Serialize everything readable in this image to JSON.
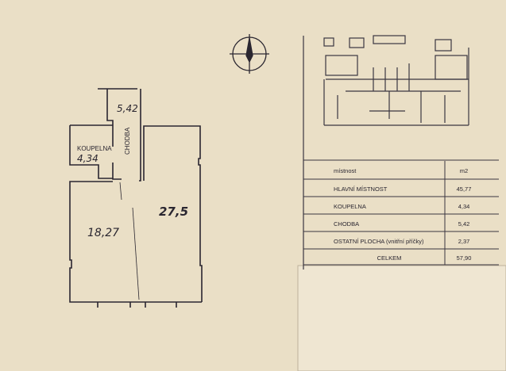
{
  "plan": {
    "rooms": [
      {
        "name": "KOUPELNA",
        "area": "4,34"
      },
      {
        "name": "CHODBA",
        "area": "5,42"
      },
      {
        "area": "18,27"
      },
      {
        "area": "27,5"
      }
    ],
    "compass_icon": "north-arrow-icon"
  },
  "table": {
    "header": {
      "room": "místnost",
      "area": "m2"
    },
    "rows": [
      {
        "room": "HLAVNÍ MÍSTNOST",
        "area": "45,77"
      },
      {
        "room": "KOUPELNA",
        "area": "4,34"
      },
      {
        "room": "CHODBA",
        "area": "5,42"
      },
      {
        "room": "OSTATNÍ PLOCHA (vnitřní příčky)",
        "area": "2,37"
      }
    ],
    "total": {
      "label": "CELKEM",
      "area": "57,90"
    }
  },
  "colors": {
    "paper": "#eadfc6",
    "ink": "#2a2630"
  }
}
